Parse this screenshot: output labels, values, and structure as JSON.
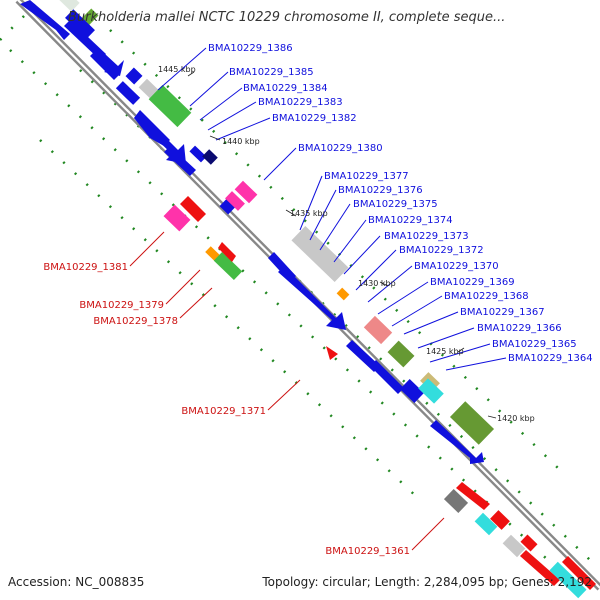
{
  "title": "Burkholderia mallei NCTC 10229 chromosome II, complete seque...",
  "footer": {
    "accession": "Accession: NC_008835",
    "summary": "Topology: circular; Length: 2,284,095 bp; Genes: 2,192"
  },
  "colors": {
    "forward_label": "#1010dd",
    "reverse_label": "#cc1111",
    "backbone": "#888888",
    "ticks": "#228822"
  },
  "kbp_ticks": [
    "1445 kbp",
    "1440 kbp",
    "1435 kbp",
    "1430 kbp",
    "1425 kbp",
    "1420 kbp"
  ],
  "forward_genes": [
    "BMA10229_1386",
    "BMA10229_1385",
    "BMA10229_1384",
    "BMA10229_1383",
    "BMA10229_1382",
    "BMA10229_1380",
    "BMA10229_1377",
    "BMA10229_1376",
    "BMA10229_1375",
    "BMA10229_1374",
    "BMA10229_1373",
    "BMA10229_1372",
    "BMA10229_1370",
    "BMA10229_1369",
    "BMA10229_1368",
    "BMA10229_1367",
    "BMA10229_1366",
    "BMA10229_1365",
    "BMA10229_1364"
  ],
  "reverse_genes": [
    "BMA10229_1381",
    "BMA10229_1379",
    "BMA10229_1378",
    "BMA10229_1371",
    "BMA10229_1361"
  ]
}
